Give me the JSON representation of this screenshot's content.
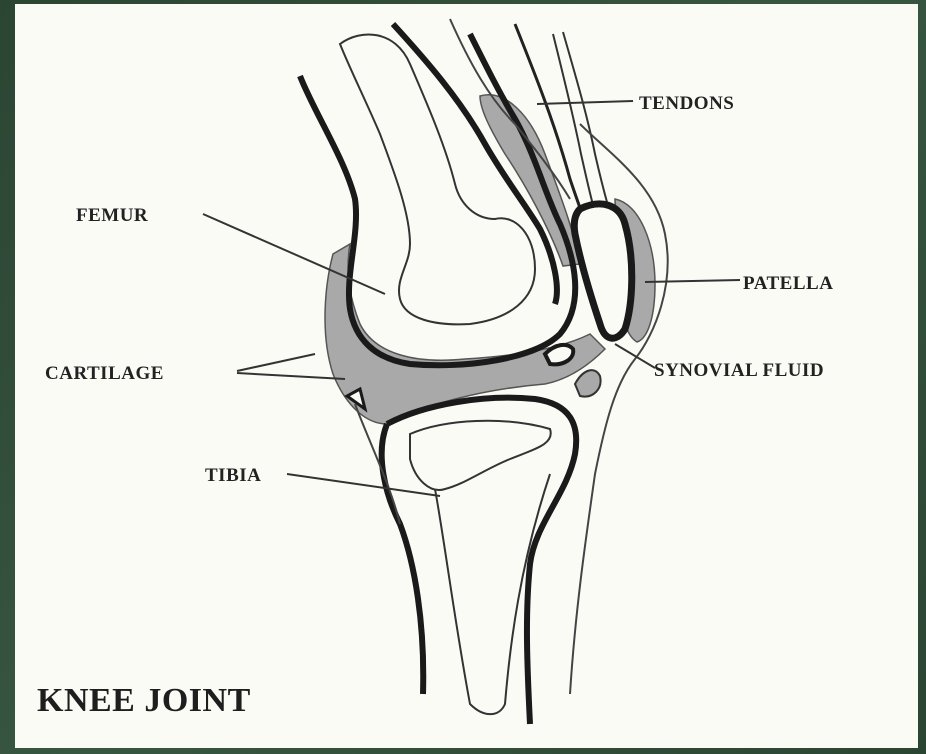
{
  "diagram": {
    "title": "KNEE JOINT",
    "labels": {
      "tendons": "TENDONS",
      "femur": "FEMUR",
      "patella": "PATELLA",
      "cartilage": "CARTILAGE",
      "synovial_fluid": "SYNOVIAL FLUID",
      "tibia": "TIBIA"
    },
    "colors": {
      "background_frame": "#2f4a37",
      "panel": "#fbfbf6",
      "outline": "#1a1a1a",
      "shaded_tissue": "#a9a9a9"
    }
  }
}
